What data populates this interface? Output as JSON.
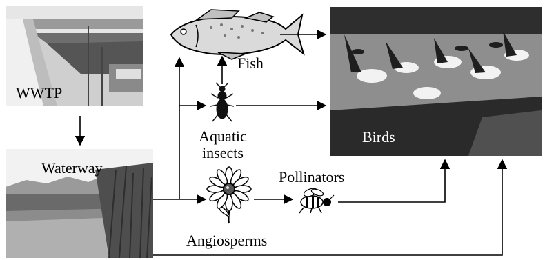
{
  "nodes": {
    "wwtp": "WWTP",
    "waterway": "Waterway",
    "fish": "Fish",
    "aquatic_insects_line1": "Aquatic",
    "aquatic_insects_line2": "insects",
    "angiosperms": "Angiosperms",
    "pollinators": "Pollinators",
    "birds": "Birds"
  },
  "images": {
    "wwtp": "treatment-plant-photo",
    "waterway": "waterway-photo",
    "birds": "pelicans-photo",
    "fish": "fish-icon",
    "insect": "beetle-icon",
    "flower": "daisy-icon",
    "bee": "bee-icon"
  },
  "links": [
    {
      "from": "WWTP",
      "to": "Waterway"
    },
    {
      "from": "Waterway",
      "to": "Angiosperms"
    },
    {
      "from": "Waterway",
      "to": "Aquatic insects"
    },
    {
      "from": "Waterway",
      "to": "Fish"
    },
    {
      "from": "Aquatic insects",
      "to": "Fish"
    },
    {
      "from": "Aquatic insects",
      "to": "Birds"
    },
    {
      "from": "Fish",
      "to": "Birds"
    },
    {
      "from": "Angiosperms",
      "to": "Pollinators"
    },
    {
      "from": "Pollinators",
      "to": "Birds"
    },
    {
      "from": "Waterway",
      "to": "Birds"
    }
  ]
}
